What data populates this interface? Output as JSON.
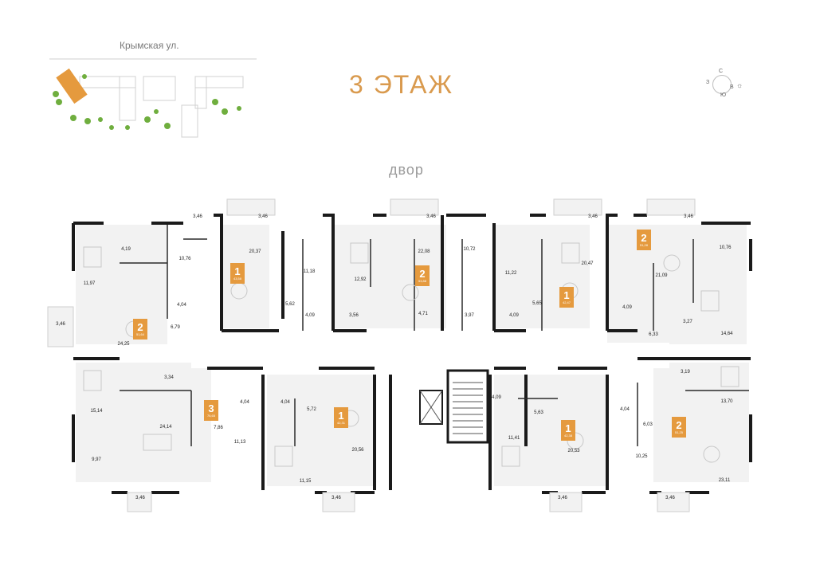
{
  "header": {
    "street": "Крымская ул.",
    "floor_title": "3 ЭТАЖ",
    "yard_label": "двор"
  },
  "compass": {
    "n": "С",
    "w": "З",
    "e": "В",
    "s": "Ю"
  },
  "colors": {
    "accent": "#e59a3e",
    "wall": "#1a1a1a",
    "room_fill": "#f2f2f2",
    "furniture": "#d9d9d9",
    "site_green": "#6fae3e",
    "site_orange": "#e59a3e"
  },
  "apartments": [
    {
      "rooms": "2",
      "area": "51,64"
    },
    {
      "rooms": "1",
      "area": "43,58"
    },
    {
      "rooms": "2",
      "area": "53,88"
    },
    {
      "rooms": "1",
      "area": "42,47"
    },
    {
      "rooms": "2",
      "area": "51,28"
    },
    {
      "rooms": "3",
      "area": "76,65"
    },
    {
      "rooms": "1",
      "area": "42,31"
    },
    {
      "rooms": "1",
      "area": "42,38"
    },
    {
      "rooms": "2",
      "area": "51,25"
    }
  ],
  "room_areas": [
    "3,46",
    "4,19",
    "10,76",
    "11,97",
    "4,04",
    "6,79",
    "24,25",
    "3,46",
    "3,46",
    "20,37",
    "11,18",
    "5,62",
    "4,09",
    "3,46",
    "12,92",
    "22,08",
    "10,72",
    "3,56",
    "4,71",
    "3,97",
    "3,46",
    "11,22",
    "20,47",
    "5,65",
    "4,09",
    "3,46",
    "10,76",
    "21,09",
    "4,09",
    "3,27",
    "6,33",
    "14,64",
    "3,34",
    "15,14",
    "24,14",
    "9,97",
    "4,04",
    "7,86",
    "11,13",
    "3,46",
    "4,04",
    "5,72",
    "11,15",
    "20,56",
    "3,46",
    "4,09",
    "5,63",
    "11,41",
    "20,53",
    "3,46",
    "3,19",
    "13,70",
    "4,04",
    "6,03",
    "10,25",
    "23,11",
    "3,46"
  ]
}
